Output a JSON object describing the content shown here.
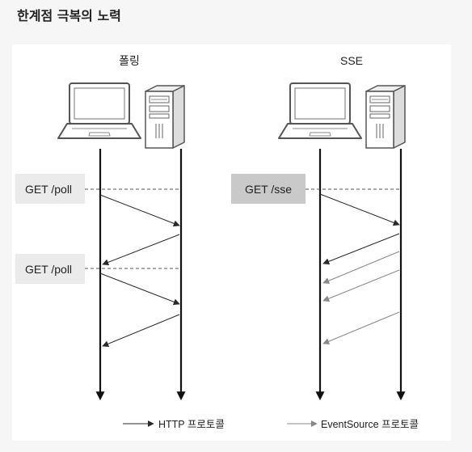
{
  "page": {
    "title": "한계점 극복의 노력"
  },
  "diagram": {
    "polling": {
      "title": "폴링",
      "requests": [
        "GET /poll",
        "GET /poll"
      ]
    },
    "sse": {
      "title": "SSE",
      "request": "GET /sse"
    },
    "legend": {
      "http": "HTTP 프로토콜",
      "eventsource": "EventSource 프로토콜"
    },
    "colors": {
      "http_arrow": "#2a2a2a",
      "eventsource_arrow": "#888888",
      "request_box_light": "#ebebeb",
      "request_box_dark": "#c9c9c9",
      "lifeline": "#111111"
    }
  }
}
